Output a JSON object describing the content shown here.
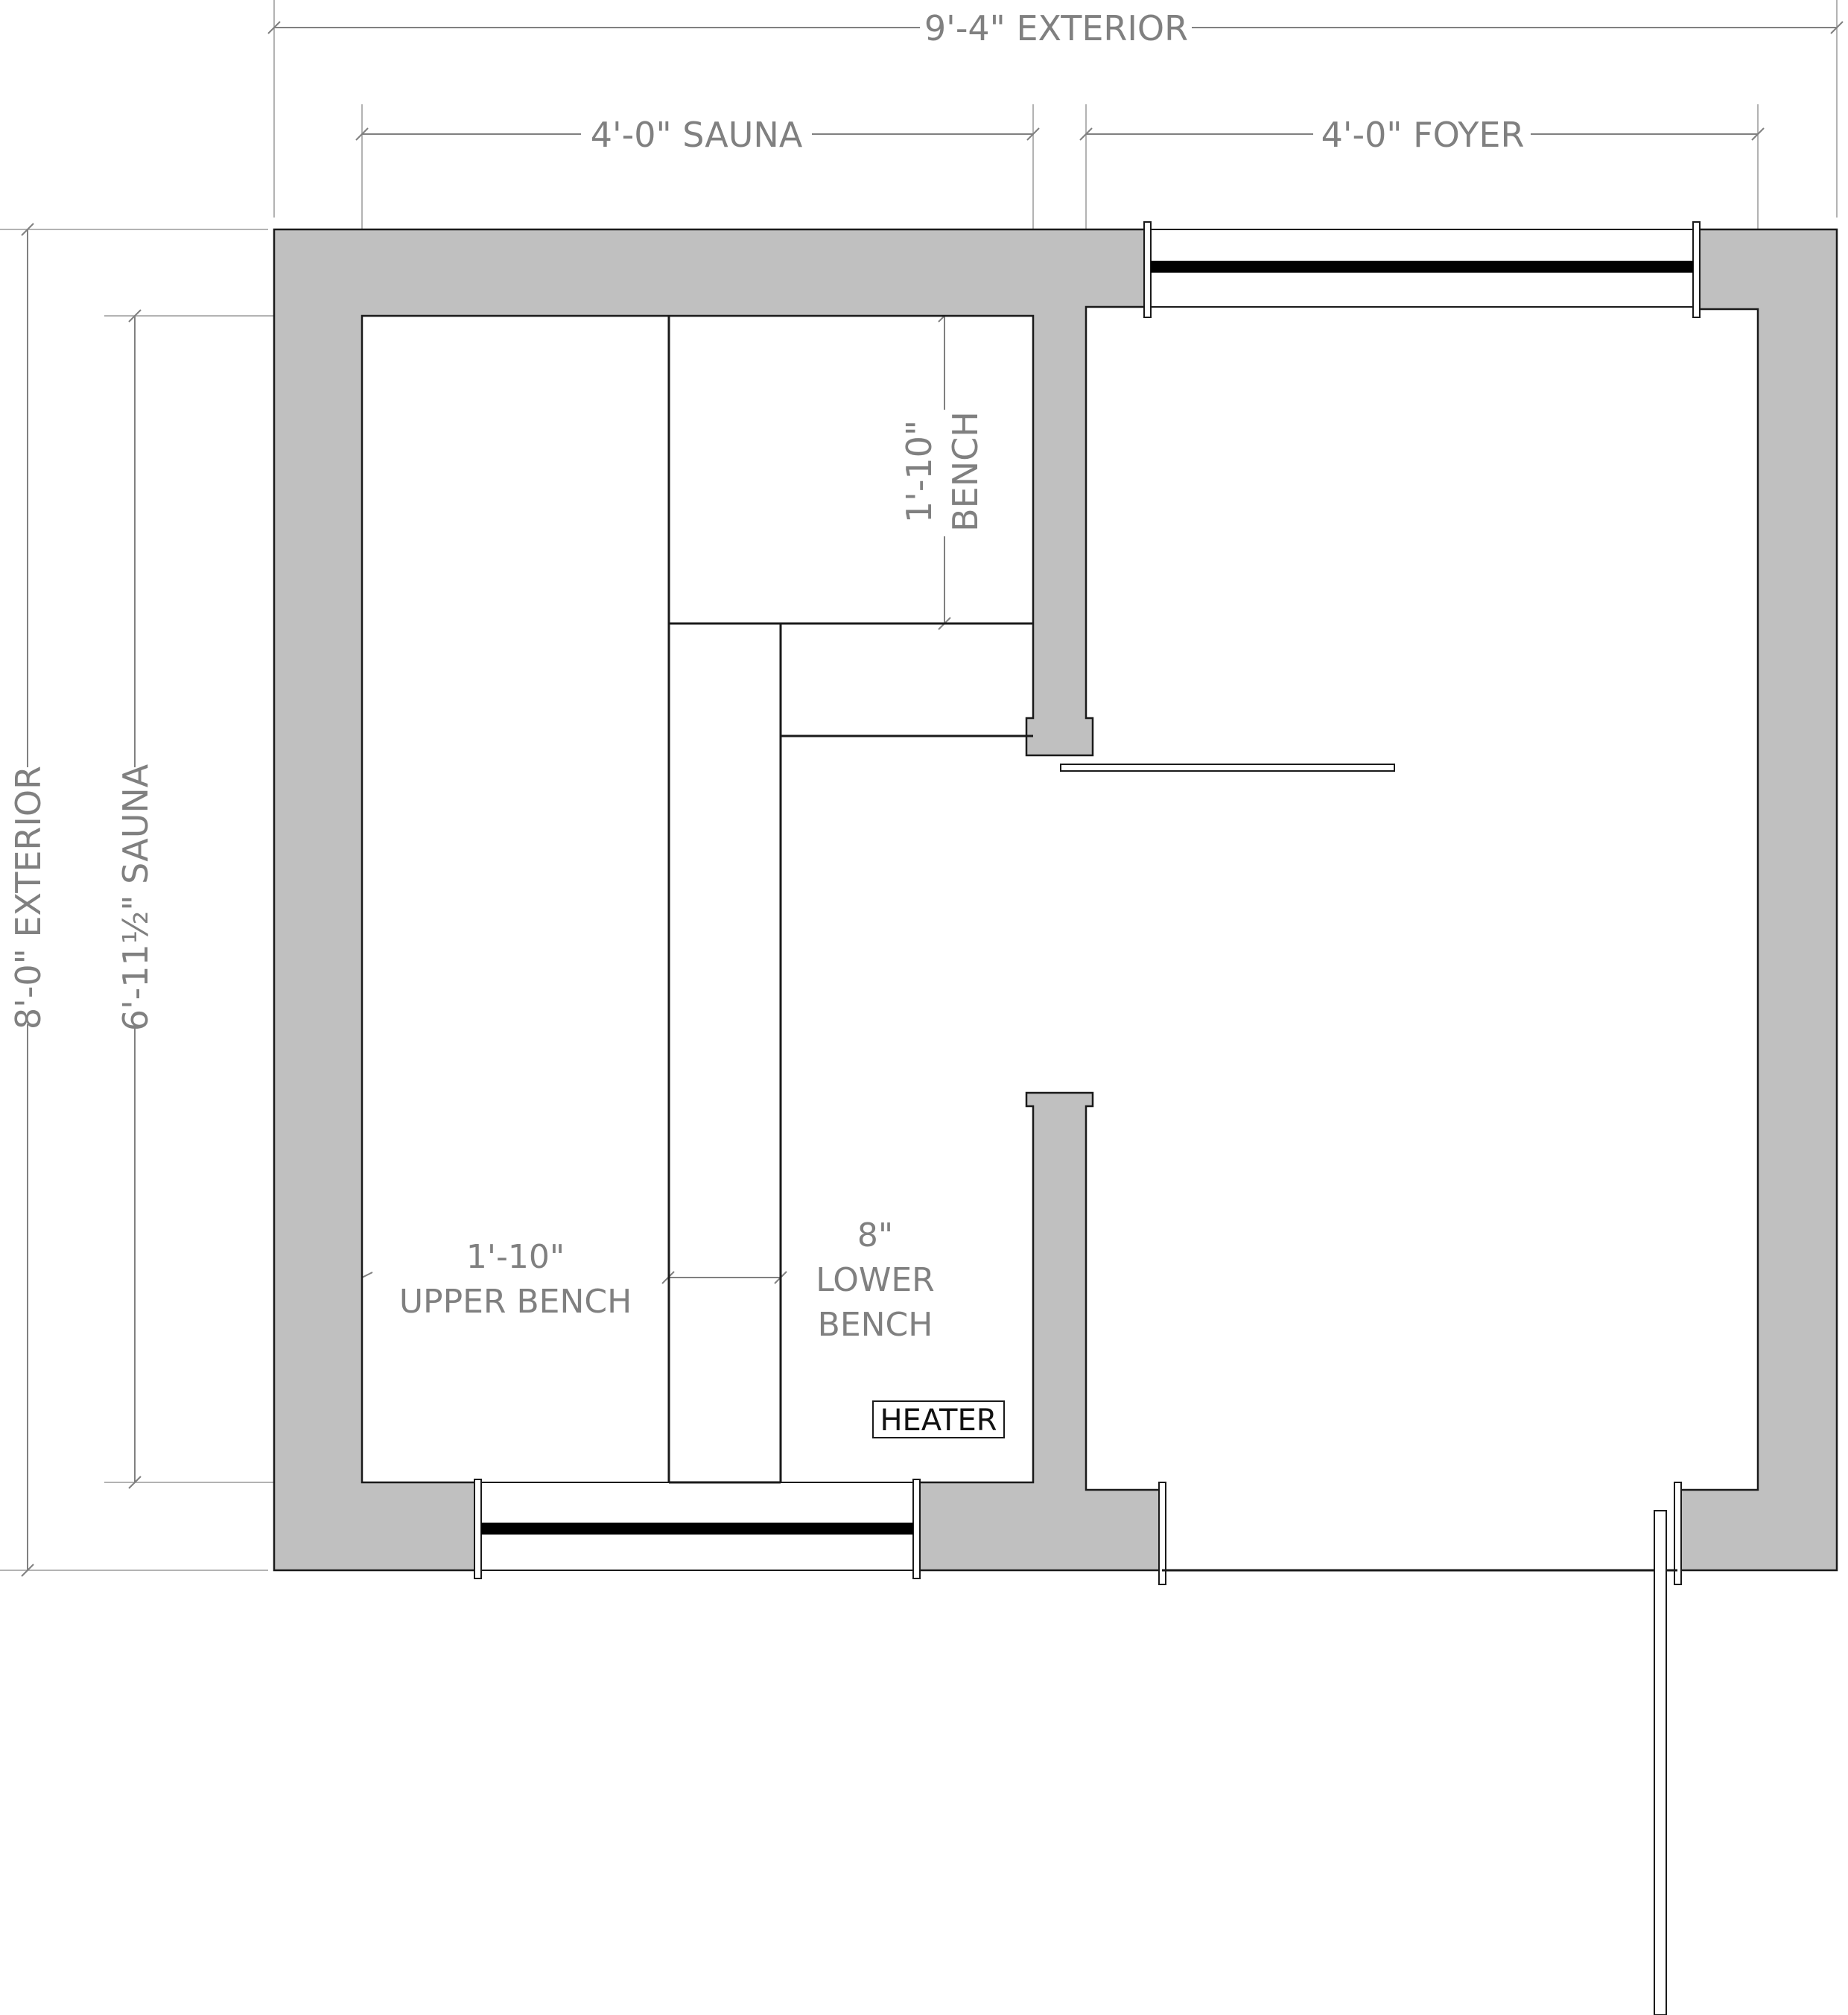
{
  "dimensions": {
    "overall_width": "9'-4\" EXTERIOR",
    "sauna_width": "4'-0\" SAUNA",
    "foyer_width": "4'-0\" FOYER",
    "overall_depth": "8'-0\" EXTERIOR",
    "sauna_depth": "6'-11½\" SAUNA",
    "back_bench_depth": "1'-10\"",
    "back_bench_label": "BENCH"
  },
  "labels": {
    "upper_bench_depth": "1'-10\"",
    "upper_bench": "UPPER BENCH",
    "lower_bench_depth": "8\"",
    "lower_bench_line1": "LOWER",
    "lower_bench_line2": "BENCH",
    "heater": "HEATER"
  },
  "colors": {
    "wall_fill": "#c0c0c0",
    "dimension_text": "#808080",
    "outline": "#1a1a1a"
  }
}
